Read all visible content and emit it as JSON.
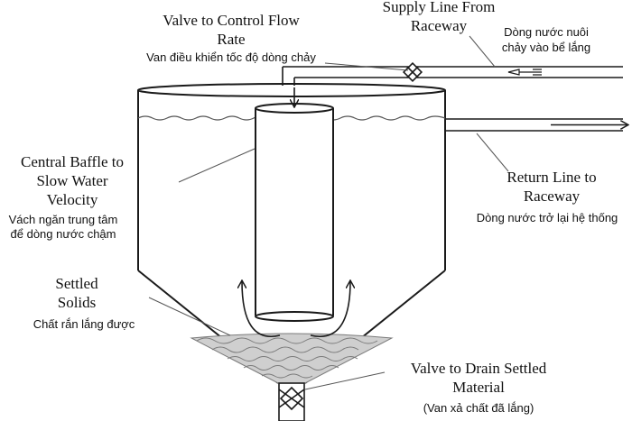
{
  "labels": {
    "valve_control": {
      "title_line1": "Valve to Control Flow",
      "title_line2": "Rate",
      "vn": "Van điều khiển tốc độ dòng chảy"
    },
    "supply_line": {
      "title_line1": "Supply Line From",
      "title_line2": "Raceway",
      "vn_line1": "Dòng nước nuôi",
      "vn_line2": "chảy vào bể lắng"
    },
    "central_baffle": {
      "title_line1": "Central Baffle to",
      "title_line2": "Slow Water",
      "title_line3": "Velocity",
      "vn_line1": "Vách ngăn trung tâm",
      "vn_line2": "để dòng nước chậm"
    },
    "return_line": {
      "title_line1": "Return Line to",
      "title_line2": "Raceway",
      "vn": "Dòng nước trở lại hệ thống"
    },
    "settled_solids": {
      "title_line1": "Settled",
      "title_line2": "Solids",
      "vn": "Chất rắn lắng được"
    },
    "valve_drain": {
      "title_line1": "Valve to Drain Settled",
      "title_line2": "Material",
      "vn": "(Van xả chất đã lắng)"
    }
  },
  "colors": {
    "line": "#1a1a1a",
    "solids": "#7a7a7a",
    "water": "#555555"
  },
  "icons": [
    "valve-icon",
    "drain-valve-icon",
    "flow-arrow-icon"
  ]
}
